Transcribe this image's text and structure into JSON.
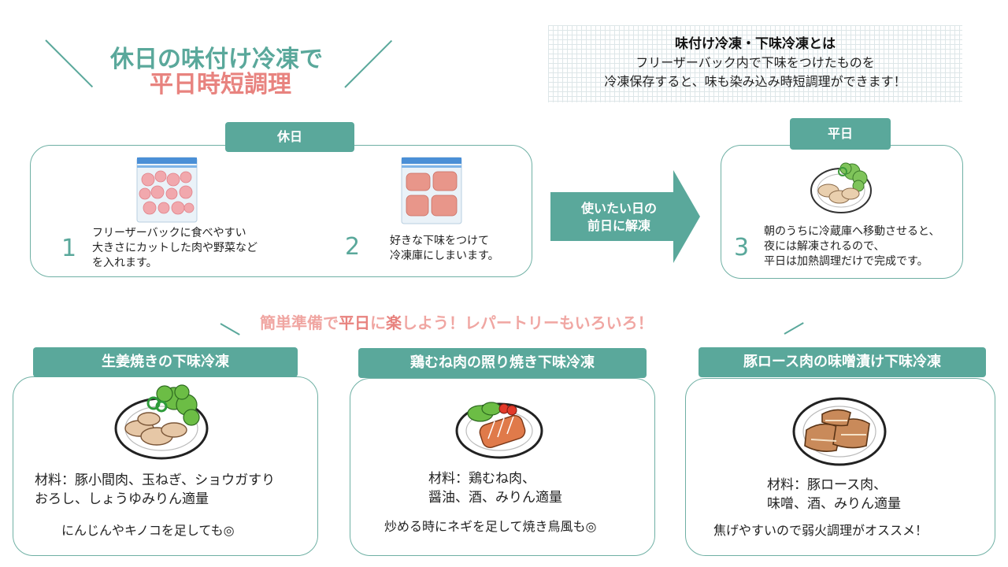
{
  "title": {
    "line1": "休日の味付け冷凍で",
    "line2": "平日時短調理"
  },
  "definition": {
    "title": "味付け冷凍・下味冷凍とは",
    "body_line1": "フリーザーバック内で下味をつけたものを",
    "body_line2": "冷凍保存すると、味も染み込み時短調理ができます！"
  },
  "holiday": {
    "label": "休日",
    "steps": [
      {
        "number": "1",
        "text": "フリーザーバックに食べやすい\n大きさにカットした肉や野菜など\nを入れます。"
      },
      {
        "number": "2",
        "text": "好きな下味をつけて\n冷凍庫にしまいます。"
      }
    ]
  },
  "arrow": {
    "label": "使いたい日の\n前日に解凍"
  },
  "weekday": {
    "label": "平日",
    "step": {
      "number": "3",
      "text": "朝のうちに冷蔵庫へ移動させると、\n夜には解凍されるので、\n平日は加熱調理だけで完成です。"
    }
  },
  "subtitle": {
    "p1": "簡単準備で",
    "p2": "平日",
    "p3": "に",
    "p4": "楽",
    "p5": "しよう！レパートリーもいろいろ！"
  },
  "recipes": [
    {
      "title": "生姜焼きの下味冷凍",
      "ingredients": "材料：豚小間肉、玉ねぎ、ショウガすり\nおろし、しょうゆみりん適量",
      "tip": "にんじんやキノコを足しても◎",
      "icon": "ginger-pork-plate"
    },
    {
      "title": "鶏むね肉の照り焼き下味冷凍",
      "ingredients": "材料：鶏むね肉、\n醤油、酒、みりん適量",
      "tip": "炒める時にネギを足して焼き鳥風も◎",
      "icon": "teriyaki-chicken-plate"
    },
    {
      "title": "豚ロース肉の味噌漬け下味冷凍",
      "ingredients": "材料：豚ロース肉、\n味噌、酒、みりん適量",
      "tip": "焦げやすいので弱火調理がオススメ！",
      "icon": "miso-pork-plate"
    }
  ],
  "colors": {
    "teal": "#5aa89b",
    "pink": "#e8837f",
    "border": "#6fb0a4"
  }
}
